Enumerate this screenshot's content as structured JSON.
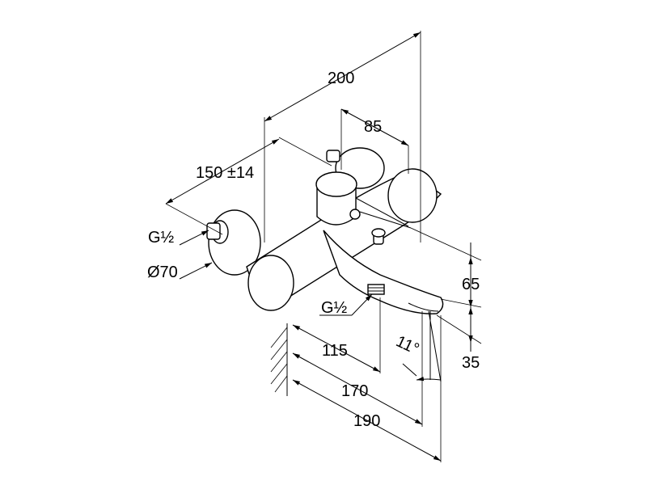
{
  "labels": {
    "width_total": "200",
    "handle_offset": "85",
    "centers": "150 ±14",
    "inlet_thread": "G½",
    "rosette_diameter": "Ø70",
    "outlet_thread": "G½",
    "height_upper": "65",
    "height_lower": "35",
    "spout_angle": "11°",
    "proj_115": "115",
    "proj_170": "170",
    "proj_190": "190"
  }
}
